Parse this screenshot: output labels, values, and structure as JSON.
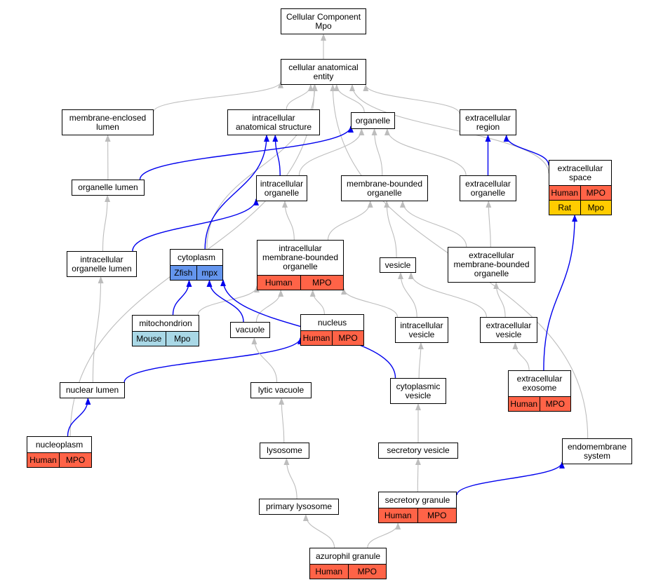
{
  "colors": {
    "human": "#ff6347",
    "rat": "#ffcc00",
    "mouse": "#a9d8e6",
    "zfish": "#6495ed",
    "grey_edge": "#bdbdbd",
    "blue_edge": "#0000ee"
  },
  "nodes": [
    {
      "id": "root",
      "label": "Cellular Component\nMpo",
      "tags": []
    },
    {
      "id": "cae",
      "label": "cellular anatomical\nentity",
      "tags": []
    },
    {
      "id": "mel",
      "label": "membrane-enclosed\nlumen",
      "tags": []
    },
    {
      "id": "ias",
      "label": "intracellular\nanatomical structure",
      "tags": []
    },
    {
      "id": "org",
      "label": "organelle",
      "tags": []
    },
    {
      "id": "ecr",
      "label": "extracellular\nregion",
      "tags": []
    },
    {
      "id": "orgl",
      "label": "organelle lumen",
      "tags": []
    },
    {
      "id": "ico",
      "label": "intracellular\norganelle",
      "tags": []
    },
    {
      "id": "mbo",
      "label": "membrane-bounded\norganelle",
      "tags": []
    },
    {
      "id": "eco",
      "label": "extracellular\norganelle",
      "tags": []
    },
    {
      "id": "ecs",
      "label": "extracellular\nspace",
      "tags": [
        {
          "text": "Human",
          "color": "human"
        },
        {
          "text": "MPO",
          "color": "human"
        },
        {
          "text": "Rat",
          "color": "rat"
        },
        {
          "text": "Mpo",
          "color": "rat"
        }
      ]
    },
    {
      "id": "iol",
      "label": "intracellular\norganelle lumen",
      "tags": []
    },
    {
      "id": "cyto",
      "label": "cytoplasm",
      "tags": [
        {
          "text": "Zfish",
          "color": "zfish"
        },
        {
          "text": "mpx",
          "color": "zfish"
        }
      ]
    },
    {
      "id": "imbo",
      "label": "intracellular\nmembrane-bounded\norganelle",
      "tags": [
        {
          "text": "Human",
          "color": "human"
        },
        {
          "text": "MPO",
          "color": "human"
        }
      ]
    },
    {
      "id": "ves",
      "label": "vesicle",
      "tags": []
    },
    {
      "id": "embo",
      "label": "extracellular\nmembrane-bounded\norganelle",
      "tags": []
    },
    {
      "id": "mito",
      "label": "mitochondrion",
      "tags": [
        {
          "text": "Mouse",
          "color": "mouse"
        },
        {
          "text": "Mpo",
          "color": "mouse"
        }
      ]
    },
    {
      "id": "vac",
      "label": "vacuole",
      "tags": []
    },
    {
      "id": "nuc",
      "label": "nucleus",
      "tags": [
        {
          "text": "Human",
          "color": "human"
        },
        {
          "text": "MPO",
          "color": "human"
        }
      ]
    },
    {
      "id": "icv",
      "label": "intracellular\nvesicle",
      "tags": []
    },
    {
      "id": "ecv",
      "label": "extracellular\nvesicle",
      "tags": []
    },
    {
      "id": "exo",
      "label": "extracellular\nexosome",
      "tags": [
        {
          "text": "Human",
          "color": "human"
        },
        {
          "text": "MPO",
          "color": "human"
        }
      ]
    },
    {
      "id": "nl",
      "label": "nuclear lumen",
      "tags": []
    },
    {
      "id": "lv",
      "label": "lytic vacuole",
      "tags": []
    },
    {
      "id": "cv",
      "label": "cytoplasmic\nvesicle",
      "tags": []
    },
    {
      "id": "np",
      "label": "nucleoplasm",
      "tags": [
        {
          "text": "Human",
          "color": "human"
        },
        {
          "text": "MPO",
          "color": "human"
        }
      ]
    },
    {
      "id": "lys",
      "label": "lysosome",
      "tags": []
    },
    {
      "id": "sv",
      "label": "secretory vesicle",
      "tags": []
    },
    {
      "id": "ems",
      "label": "endomembrane\nsystem",
      "tags": []
    },
    {
      "id": "pl",
      "label": "primary lysosome",
      "tags": []
    },
    {
      "id": "sg",
      "label": "secretory granule",
      "tags": [
        {
          "text": "Human",
          "color": "human"
        },
        {
          "text": "MPO",
          "color": "human"
        }
      ]
    },
    {
      "id": "ag",
      "label": "azurophil granule",
      "tags": [
        {
          "text": "Human",
          "color": "human"
        },
        {
          "text": "MPO",
          "color": "human"
        }
      ]
    }
  ],
  "edges": [
    {
      "from": "cae",
      "to": "root",
      "color": "grey"
    },
    {
      "from": "mel",
      "to": "cae",
      "color": "grey"
    },
    {
      "from": "ias",
      "to": "cae",
      "color": "grey"
    },
    {
      "from": "org",
      "to": "cae",
      "color": "grey"
    },
    {
      "from": "ecr",
      "to": "cae",
      "color": "grey"
    },
    {
      "from": "ecs",
      "to": "cae",
      "color": "grey"
    },
    {
      "from": "np",
      "to": "cae",
      "color": "grey"
    },
    {
      "from": "cyto",
      "to": "cae",
      "color": "grey"
    },
    {
      "from": "ems",
      "to": "cae",
      "color": "grey"
    },
    {
      "from": "orgl",
      "to": "mel",
      "color": "grey"
    },
    {
      "from": "orgl",
      "to": "org",
      "color": "blue"
    },
    {
      "from": "ico",
      "to": "ias",
      "color": "blue"
    },
    {
      "from": "ico",
      "to": "org",
      "color": "grey"
    },
    {
      "from": "mbo",
      "to": "org",
      "color": "grey"
    },
    {
      "from": "eco",
      "to": "org",
      "color": "grey"
    },
    {
      "from": "eco",
      "to": "ecr",
      "color": "blue"
    },
    {
      "from": "ecs",
      "to": "ecr",
      "color": "blue"
    },
    {
      "from": "cyto",
      "to": "ias",
      "color": "blue"
    },
    {
      "from": "iol",
      "to": "orgl",
      "color": "grey"
    },
    {
      "from": "iol",
      "to": "ico",
      "color": "blue"
    },
    {
      "from": "imbo",
      "to": "ico",
      "color": "grey"
    },
    {
      "from": "imbo",
      "to": "mbo",
      "color": "grey"
    },
    {
      "from": "ves",
      "to": "mbo",
      "color": "grey"
    },
    {
      "from": "embo",
      "to": "mbo",
      "color": "grey"
    },
    {
      "from": "embo",
      "to": "eco",
      "color": "grey"
    },
    {
      "from": "mito",
      "to": "cyto",
      "color": "blue"
    },
    {
      "from": "mito",
      "to": "imbo",
      "color": "grey"
    },
    {
      "from": "vac",
      "to": "cyto",
      "color": "blue"
    },
    {
      "from": "vac",
      "to": "imbo",
      "color": "grey"
    },
    {
      "from": "nuc",
      "to": "imbo",
      "color": "grey"
    },
    {
      "from": "icv",
      "to": "imbo",
      "color": "grey"
    },
    {
      "from": "icv",
      "to": "ves",
      "color": "grey"
    },
    {
      "from": "ecv",
      "to": "ves",
      "color": "grey"
    },
    {
      "from": "ecv",
      "to": "embo",
      "color": "grey"
    },
    {
      "from": "exo",
      "to": "ecv",
      "color": "grey"
    },
    {
      "from": "exo",
      "to": "ecs",
      "color": "blue"
    },
    {
      "from": "nl",
      "to": "iol",
      "color": "grey"
    },
    {
      "from": "nl",
      "to": "nuc",
      "color": "blue"
    },
    {
      "from": "lv",
      "to": "vac",
      "color": "grey"
    },
    {
      "from": "cv",
      "to": "icv",
      "color": "grey"
    },
    {
      "from": "cv",
      "to": "cyto",
      "color": "blue"
    },
    {
      "from": "np",
      "to": "nl",
      "color": "blue"
    },
    {
      "from": "lys",
      "to": "lv",
      "color": "grey"
    },
    {
      "from": "sv",
      "to": "cv",
      "color": "grey"
    },
    {
      "from": "pl",
      "to": "lys",
      "color": "grey"
    },
    {
      "from": "sg",
      "to": "sv",
      "color": "grey"
    },
    {
      "from": "sg",
      "to": "ems",
      "color": "blue"
    },
    {
      "from": "ag",
      "to": "pl",
      "color": "grey"
    },
    {
      "from": "ag",
      "to": "sg",
      "color": "grey"
    }
  ]
}
